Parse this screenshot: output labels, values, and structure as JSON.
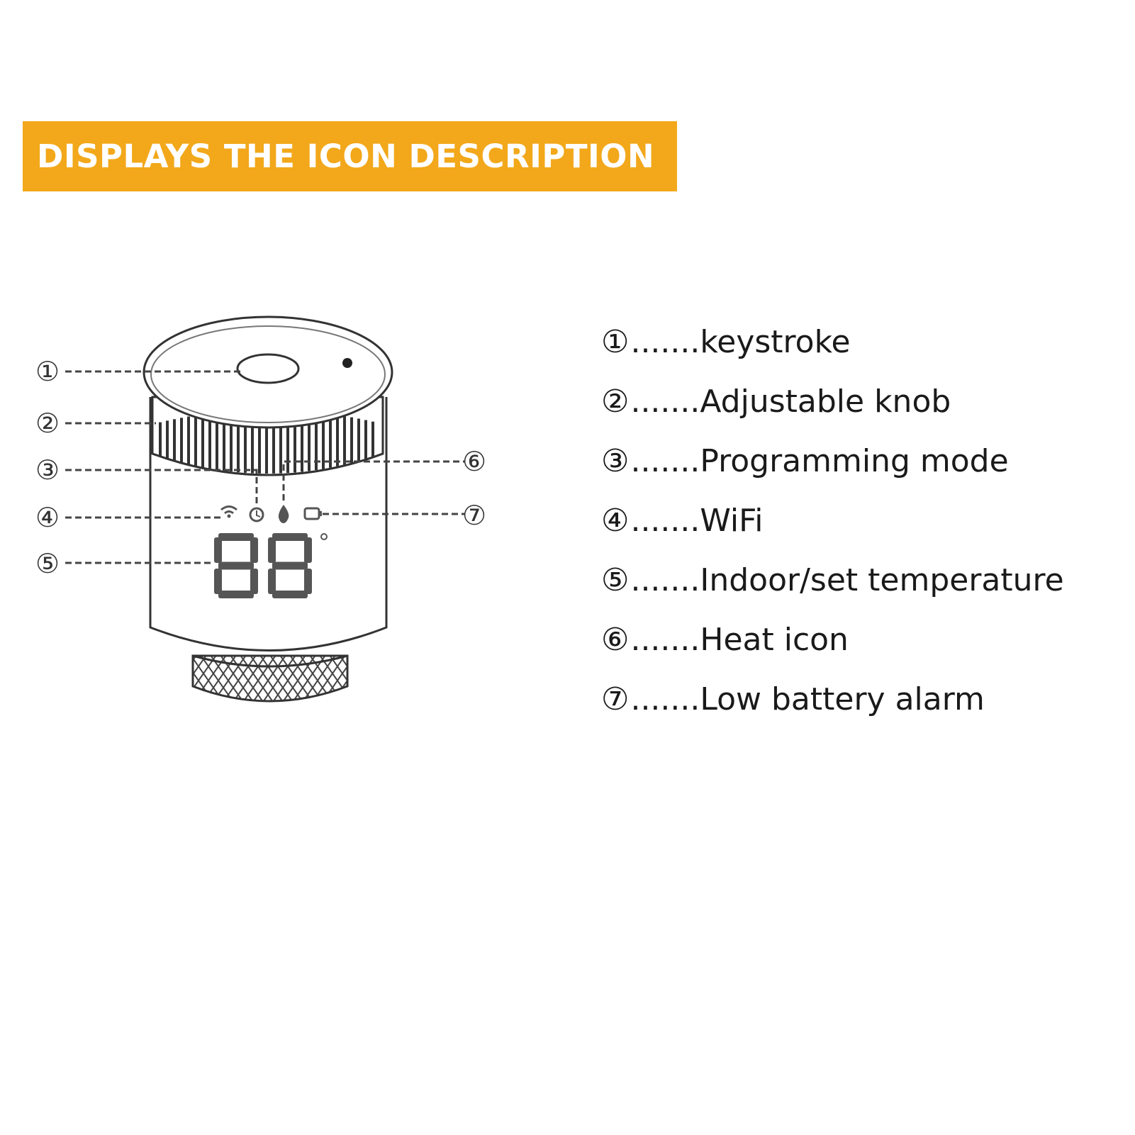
{
  "banner": {
    "title": "DISPLAYS THE ICON DESCRIPTION",
    "color": "#f2a81a"
  },
  "diagram": {
    "callouts": [
      "①",
      "②",
      "③",
      "④",
      "⑤",
      "⑥",
      "⑦"
    ],
    "display_digits": "88"
  },
  "legend": {
    "items": [
      {
        "num": "①",
        "dots": ".......",
        "label": "keystroke"
      },
      {
        "num": "②",
        "dots": ".......",
        "label": "Adjustable knob"
      },
      {
        "num": "③",
        "dots": ".......",
        "label": "Programming mode"
      },
      {
        "num": "④",
        "dots": ".......",
        "label": "WiFi"
      },
      {
        "num": "⑤",
        "dots": ".......",
        "label": "Indoor/set temperature"
      },
      {
        "num": "⑥",
        "dots": ".......",
        "label": "Heat icon"
      },
      {
        "num": "⑦",
        "dots": ".......",
        "label": "Low battery alarm"
      }
    ]
  }
}
